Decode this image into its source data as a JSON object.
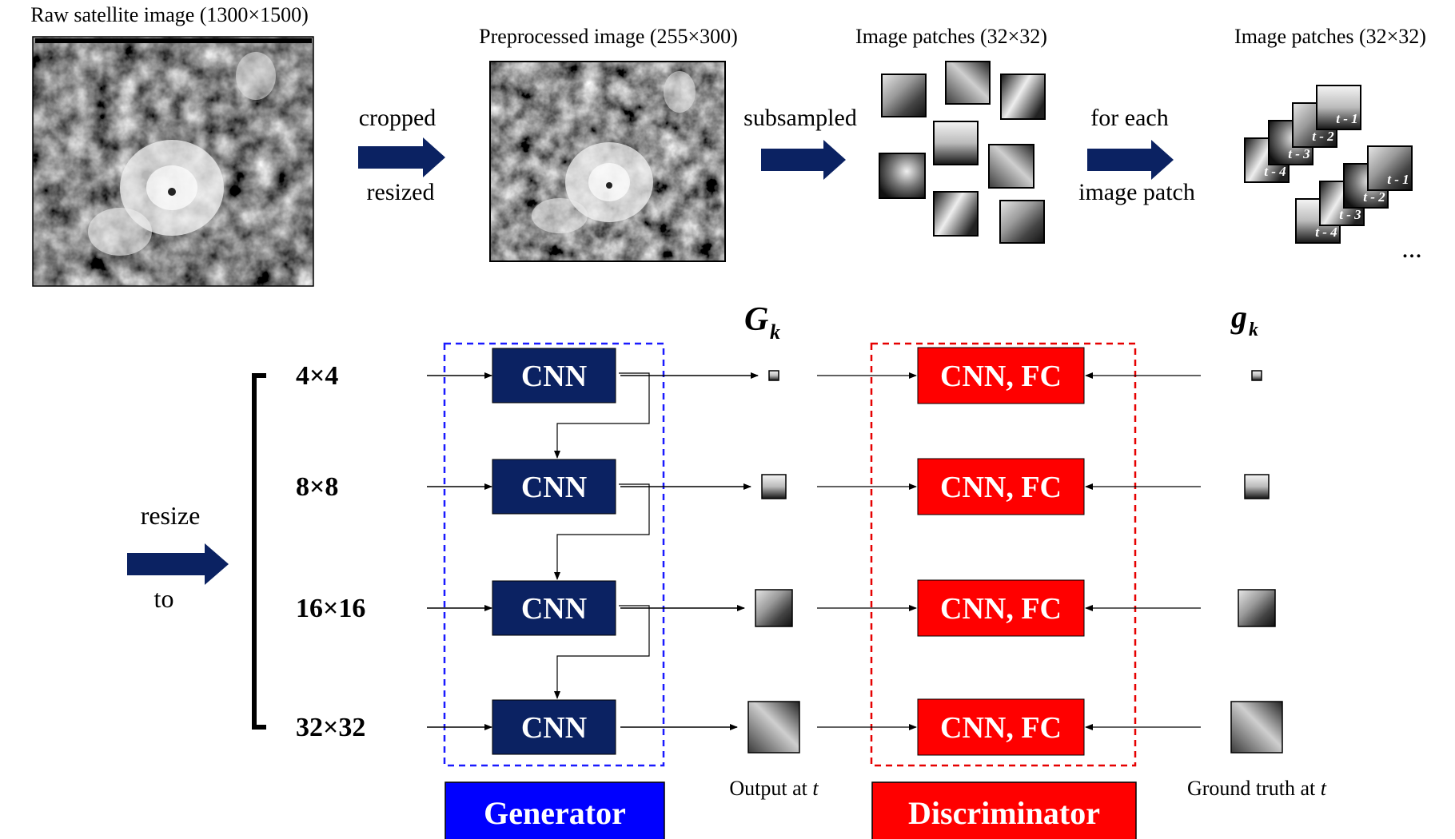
{
  "top_row": {
    "raw_caption": "Raw satellite image (1300×1500)",
    "preproc_caption": "Preprocessed image (255×300)",
    "patches_caption": "Image patches (32×32)",
    "patches_seq_caption": "Image patches (32×32)",
    "arrow1_top": "cropped",
    "arrow1_bottom": "resized",
    "arrow2_top": "subsampled",
    "arrow3_top": "for each",
    "arrow3_bottom": "image patch",
    "seq_labels": [
      "t - 1",
      "t - 2",
      "t - 3",
      "t - 4"
    ],
    "ellipsis": "..."
  },
  "bottom": {
    "resize_top": "resize",
    "resize_bottom": "to",
    "sizes": [
      "4×4",
      "8×8",
      "16×16",
      "32×32"
    ],
    "gen_block_label": "CNN",
    "disc_block_label": "CNN, FC",
    "G_main": "G",
    "G_sub": "k",
    "g_main": "g",
    "g_sub": "k",
    "output_caption_main": "Output at ",
    "output_caption_var": "t",
    "truth_caption_main": "Ground truth at ",
    "truth_caption_var": "t",
    "generator_label": "Generator",
    "discriminator_label": "Discriminator"
  },
  "colors": {
    "navy": "#0b2262",
    "red": "#ff0000",
    "blue": "#0000ff",
    "dash_blue": "#1a1aff",
    "dash_red": "#e60000"
  }
}
